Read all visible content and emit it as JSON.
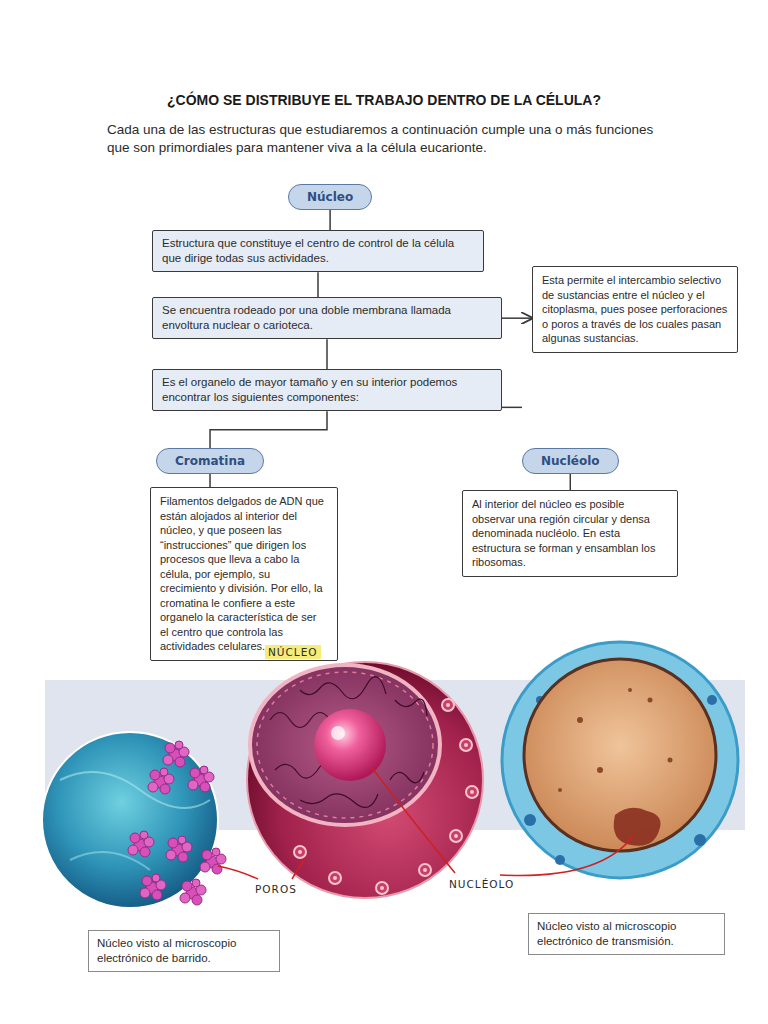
{
  "diagram": {
    "title": "¿CÓMO SE DISTRIBUYE EL TRABAJO DENTRO DE LA CÉLULA?",
    "nodes": [
      {
        "text": [
          "Núcleo"
        ]
      },
      {
        "text": [
          "Estructura que constituye el centro de control de la célula que dirige todas sus actividades."
        ]
      },
      {
        "text": [
          "Se encuentra rodeado por una doble membrana llamada envoltura nuclear o carioteca."
        ]
      },
      {
        "text": [
          "Esta permite el intercambio selectivo de sustancias entre el núcleo y el citoplasma, pues posee perforaciones o poros a través de los cuales pasan algunas sustancias."
        ]
      },
      {
        "text": [
          "Es el organelo de mayor tamaño y en su interior podemos encontrar los siguientes componentes:"
        ]
      },
      {
        "text": [
          "Cromatina"
        ]
      },
      {
        "text": [
          "Nucléolo"
        ]
      },
      {
        "text": [
          "Filamentos delgados de ADN que están alojados al interior del núcleo, y que poseen las “instrucciones” que dirigen los procesos que lleva a cabo la célula, por ejemplo, su crecimiento y división. Por ello, la cromatina le confiere a este organelo la característica de ser el centro que controla las actividades celulares."
        ]
      },
      {
        "text": [
          "Al interior del núcleo es posible observar una región circular y densa denominada nucléolo. En esta estructura se forman y ensamblan los ribosomas."
        ]
      },
      {
        "text": [
          "Núcleo visto al microscopio electrónico de barrido."
        ]
      },
      {
        "text": [
          "Núcleo visto al microscopio electrónico de transmisión."
        ]
      }
    ],
    "edges": [
      {
        "from": 0,
        "to": 1,
        "arrow": "none"
      },
      {
        "from": 1,
        "to": 2,
        "arrow": "none"
      },
      {
        "from": 2,
        "to": 3,
        "arrow": "to"
      },
      {
        "from": 2,
        "to": 4,
        "arrow": "none"
      },
      {
        "from": 4,
        "to": 5,
        "arrow": "none"
      },
      {
        "from": 4,
        "to": 6,
        "arrow": "none"
      },
      {
        "from": 5,
        "to": 7,
        "arrow": "none"
      },
      {
        "from": 6,
        "to": 8,
        "arrow": "none"
      }
    ],
    "labels": [
      "Cada una de las estructuras que estudiaremos a continuación cumple una o más funciones que son primordiales para mantener viva a la célula eucarionte.",
      "NÚCLEO",
      "POROS",
      "NUCLÉOLO"
    ]
  }
}
